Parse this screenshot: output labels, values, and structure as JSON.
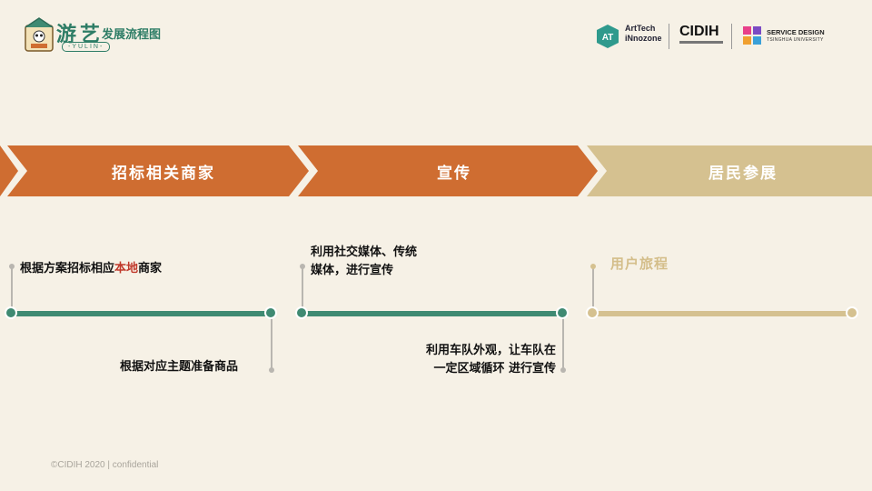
{
  "header": {
    "logo_text": "游艺",
    "logo_sub": "-YULIN-",
    "title": "发展流程图",
    "artech_line1": "ArtTech",
    "artech_line2": "iNnozone",
    "cidih": "CIDIH",
    "sd_name": "SERVICE DESIGN",
    "sd_sub": "TSINGHUA UNIVERSITY"
  },
  "stages": [
    {
      "label": "招标相关商家",
      "color": "#cf6d31"
    },
    {
      "label": "宣传",
      "color": "#cf6d31"
    },
    {
      "label": "居民参展",
      "color": "#d5c190"
    }
  ],
  "timeline": {
    "seg1_top_pre": "根据方案招标相应",
    "seg1_top_hl": "本地",
    "seg1_top_post": "商家",
    "seg1_bottom": "根据对应主题准备商品",
    "seg2_top_line1": "利用社交媒体、传统",
    "seg2_top_line2": "媒体，进行宣传",
    "seg2_bottom_line1": "利用车队外观，让车队在",
    "seg2_bottom_line2": "一定区域循环 进行宣传",
    "seg3_top": "用户旅程"
  },
  "colors": {
    "green": "#3f8a72",
    "orange": "#cf6d31",
    "tan": "#d5c190",
    "highlight": "#c0392b"
  },
  "footer": "©CIDIH 2020 | confidential"
}
